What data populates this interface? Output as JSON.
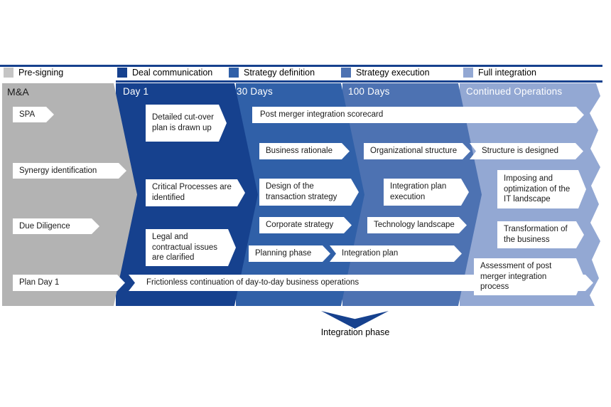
{
  "colors": {
    "rule": "#16418e",
    "legend_gray": "#c5c5c5",
    "gray_band": "#b3b3b3",
    "day1": "#16418e",
    "days30": "#3060a8",
    "days100": "#4d72b2",
    "continued": "#93a8d3"
  },
  "legend": {
    "items": [
      {
        "label": "Pre-signing",
        "color": "#c5c5c5"
      },
      {
        "label": "Deal communication",
        "color": "#16418e"
      },
      {
        "label": "Strategy definition",
        "color": "#3060a8"
      },
      {
        "label": "Strategy execution",
        "color": "#4d72b2"
      },
      {
        "label": "Full integration",
        "color": "#93a8d3"
      }
    ]
  },
  "columns": {
    "presigning": {
      "title": "M&A",
      "items": {
        "spa": "SPA",
        "synergy": "Synergy identification",
        "due_diligence": "Due Diligence",
        "plan_day1": "Plan Day 1"
      }
    },
    "day1": {
      "title": "Day 1",
      "items": {
        "cutover": "Detailed cut-over plan is drawn up",
        "critical": "Critical Processes are identified",
        "legal": "Legal and contractual issues are clarified"
      }
    },
    "days30": {
      "title": "30 Days",
      "items": {
        "business_rationale": "Business rationale",
        "transaction_strategy": "Design of the transaction strategy",
        "corporate_strategy": "Corporate strategy",
        "planning_phase": "Planning phase",
        "integration_plan": "Integration plan"
      }
    },
    "days100": {
      "title": "100 Days",
      "items": {
        "org_structure": "Organizational structure",
        "structure_designed": "Structure is designed",
        "plan_execution": "Integration plan execution",
        "technology_landscape": "Technology landscape"
      }
    },
    "continued": {
      "title": "Continued Operations",
      "items": {
        "imposing": "Imposing and optimization of the IT landscape",
        "transformation": "Transformation of the business",
        "assessment": "Assessment of post merger integration process"
      }
    }
  },
  "banners": {
    "scorecard": "Post merger integration scorecard",
    "frictionless": "Frictionless continuation of day-to-day business operations"
  },
  "footer": {
    "arrow_label": "Integration phase"
  }
}
